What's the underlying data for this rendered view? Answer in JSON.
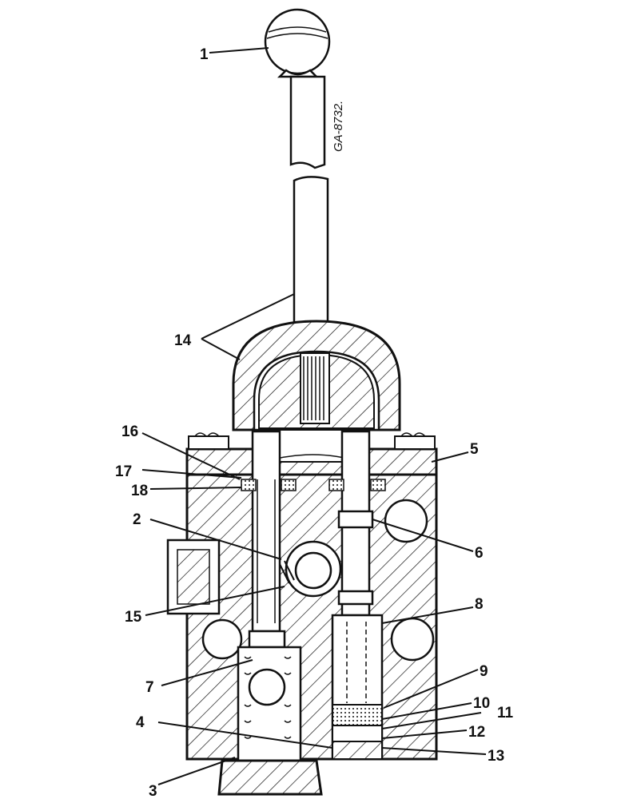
{
  "drawing_ref": "GA-8732.",
  "callouts": [
    {
      "id": "c1",
      "text": "1"
    },
    {
      "id": "c2",
      "text": "2"
    },
    {
      "id": "c3",
      "text": "3"
    },
    {
      "id": "c4",
      "text": "4"
    },
    {
      "id": "c5",
      "text": "5"
    },
    {
      "id": "c6",
      "text": "6"
    },
    {
      "id": "c7",
      "text": "7"
    },
    {
      "id": "c8",
      "text": "8"
    },
    {
      "id": "c9",
      "text": "9"
    },
    {
      "id": "c10",
      "text": "10"
    },
    {
      "id": "c11",
      "text": "11"
    },
    {
      "id": "c12",
      "text": "12"
    },
    {
      "id": "c13",
      "text": "13"
    },
    {
      "id": "c14",
      "text": "14"
    },
    {
      "id": "c15",
      "text": "15"
    },
    {
      "id": "c16",
      "text": "16"
    },
    {
      "id": "c17",
      "text": "17"
    },
    {
      "id": "c18",
      "text": "18"
    }
  ]
}
